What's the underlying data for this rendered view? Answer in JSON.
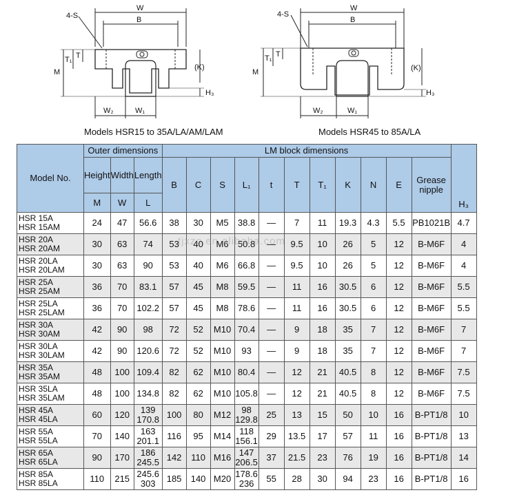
{
  "diagram_left": {
    "labels": {
      "s": "4-S",
      "w": "W",
      "b": "B",
      "t1": "T₁",
      "t": "T",
      "m": "M",
      "k": "(K)",
      "h3": "H₃",
      "w2": "W₂",
      "w1": "W₁"
    },
    "caption": "Models HSR15 to 35A/LA/AM/LAM"
  },
  "diagram_right": {
    "labels": {
      "s": "4-S",
      "w": "W",
      "b": "B",
      "t1": "T₁",
      "t": "T",
      "m": "M",
      "k": "(K)",
      "h3": "H₃",
      "w2": "W₂",
      "w1": "W₁"
    },
    "caption": "Models HSR45 to 85A/LA"
  },
  "watermark": "tjxzc.en.alibaba.com",
  "table": {
    "model_header": "Model No.",
    "outer_group": "Outer dimensions",
    "lm_group": "LM block dimensions",
    "outer_subheaders": [
      "Height",
      "Width",
      "Length"
    ],
    "grease_header": "Grease nipple",
    "symbols": [
      "M",
      "W",
      "L",
      "B",
      "C",
      "S",
      "L₁",
      "t",
      "T",
      "T₁",
      "K",
      "N",
      "E",
      "",
      "H₃"
    ],
    "rows": [
      {
        "model": [
          "HSR 15A",
          "HSR 15AM"
        ],
        "values": [
          "24",
          "47",
          "56.6",
          "38",
          "30",
          "M5",
          "38.8",
          "—",
          "7",
          "11",
          "19.3",
          "4.3",
          "5.5",
          "PB1021B",
          "4.7"
        ]
      },
      {
        "model": [
          "HSR 20A",
          "HSR 20AM"
        ],
        "values": [
          "30",
          "63",
          "74",
          "53",
          "40",
          "M6",
          "50.8",
          "—",
          "9.5",
          "10",
          "26",
          "5",
          "12",
          "B-M6F",
          "4"
        ]
      },
      {
        "model": [
          "HSR 20LA",
          "HSR 20LAM"
        ],
        "values": [
          "30",
          "63",
          "90",
          "53",
          "40",
          "M6",
          "66.8",
          "—",
          "9.5",
          "10",
          "26",
          "5",
          "12",
          "B-M6F",
          "4"
        ]
      },
      {
        "model": [
          "HSR 25A",
          "HSR 25AM"
        ],
        "values": [
          "36",
          "70",
          "83.1",
          "57",
          "45",
          "M8",
          "59.5",
          "—",
          "11",
          "16",
          "30.5",
          "6",
          "12",
          "B-M6F",
          "5.5"
        ]
      },
      {
        "model": [
          "HSR 25LA",
          "HSR 25LAM"
        ],
        "values": [
          "36",
          "70",
          "102.2",
          "57",
          "45",
          "M8",
          "78.6",
          "—",
          "11",
          "16",
          "30.5",
          "6",
          "12",
          "B-M6F",
          "5.5"
        ]
      },
      {
        "model": [
          "HSR 30A",
          "HSR 30AM"
        ],
        "values": [
          "42",
          "90",
          "98",
          "72",
          "52",
          "M10",
          "70.4",
          "—",
          "9",
          "18",
          "35",
          "7",
          "12",
          "B-M6F",
          "7"
        ]
      },
      {
        "model": [
          "HSR 30LA",
          "HSR 30LAM"
        ],
        "values": [
          "42",
          "90",
          "120.6",
          "72",
          "52",
          "M10",
          "93",
          "—",
          "9",
          "18",
          "35",
          "7",
          "12",
          "B-M6F",
          "7"
        ]
      },
      {
        "model": [
          "HSR 35A",
          "HSR 35AM"
        ],
        "values": [
          "48",
          "100",
          "109.4",
          "82",
          "62",
          "M10",
          "80.4",
          "—",
          "12",
          "21",
          "40.5",
          "8",
          "12",
          "B-M6F",
          "7.5"
        ]
      },
      {
        "model": [
          "HSR 35LA",
          "HSR 35LAM"
        ],
        "values": [
          "48",
          "100",
          "134.8",
          "82",
          "62",
          "M10",
          "105.8",
          "—",
          "12",
          "21",
          "40.5",
          "8",
          "12",
          "B-M6F",
          "7.5"
        ]
      },
      {
        "model": [
          "HSR 45A",
          "HSR 45LA"
        ],
        "values": [
          "60",
          "120",
          [
            "139",
            "170.8"
          ],
          "100",
          "80",
          "M12",
          [
            "98",
            "129.8"
          ],
          "25",
          "13",
          "15",
          "50",
          "10",
          "16",
          "B-PT1/8",
          "10"
        ]
      },
      {
        "model": [
          "HSR 55A",
          "HSR 55LA"
        ],
        "values": [
          "70",
          "140",
          [
            "163",
            "201.1"
          ],
          "116",
          "95",
          "M14",
          [
            "118",
            "156.1"
          ],
          "29",
          "13.5",
          "17",
          "57",
          "11",
          "16",
          "B-PT1/8",
          "13"
        ]
      },
      {
        "model": [
          "HSR 65A",
          "HSR 65LA"
        ],
        "values": [
          "90",
          "170",
          [
            "186",
            "245.5"
          ],
          "142",
          "110",
          "M16",
          [
            "147",
            "206.5"
          ],
          "37",
          "21.5",
          "23",
          "76",
          "19",
          "16",
          "B-PT1/8",
          "14"
        ]
      },
      {
        "model": [
          "HSR 85A",
          "HSR 85LA"
        ],
        "values": [
          "110",
          "215",
          [
            "245.6",
            "303"
          ],
          "185",
          "140",
          "M20",
          [
            "178.6",
            "236"
          ],
          "55",
          "28",
          "30",
          "94",
          "23",
          "16",
          "B-PT1/8",
          "16"
        ]
      }
    ]
  }
}
